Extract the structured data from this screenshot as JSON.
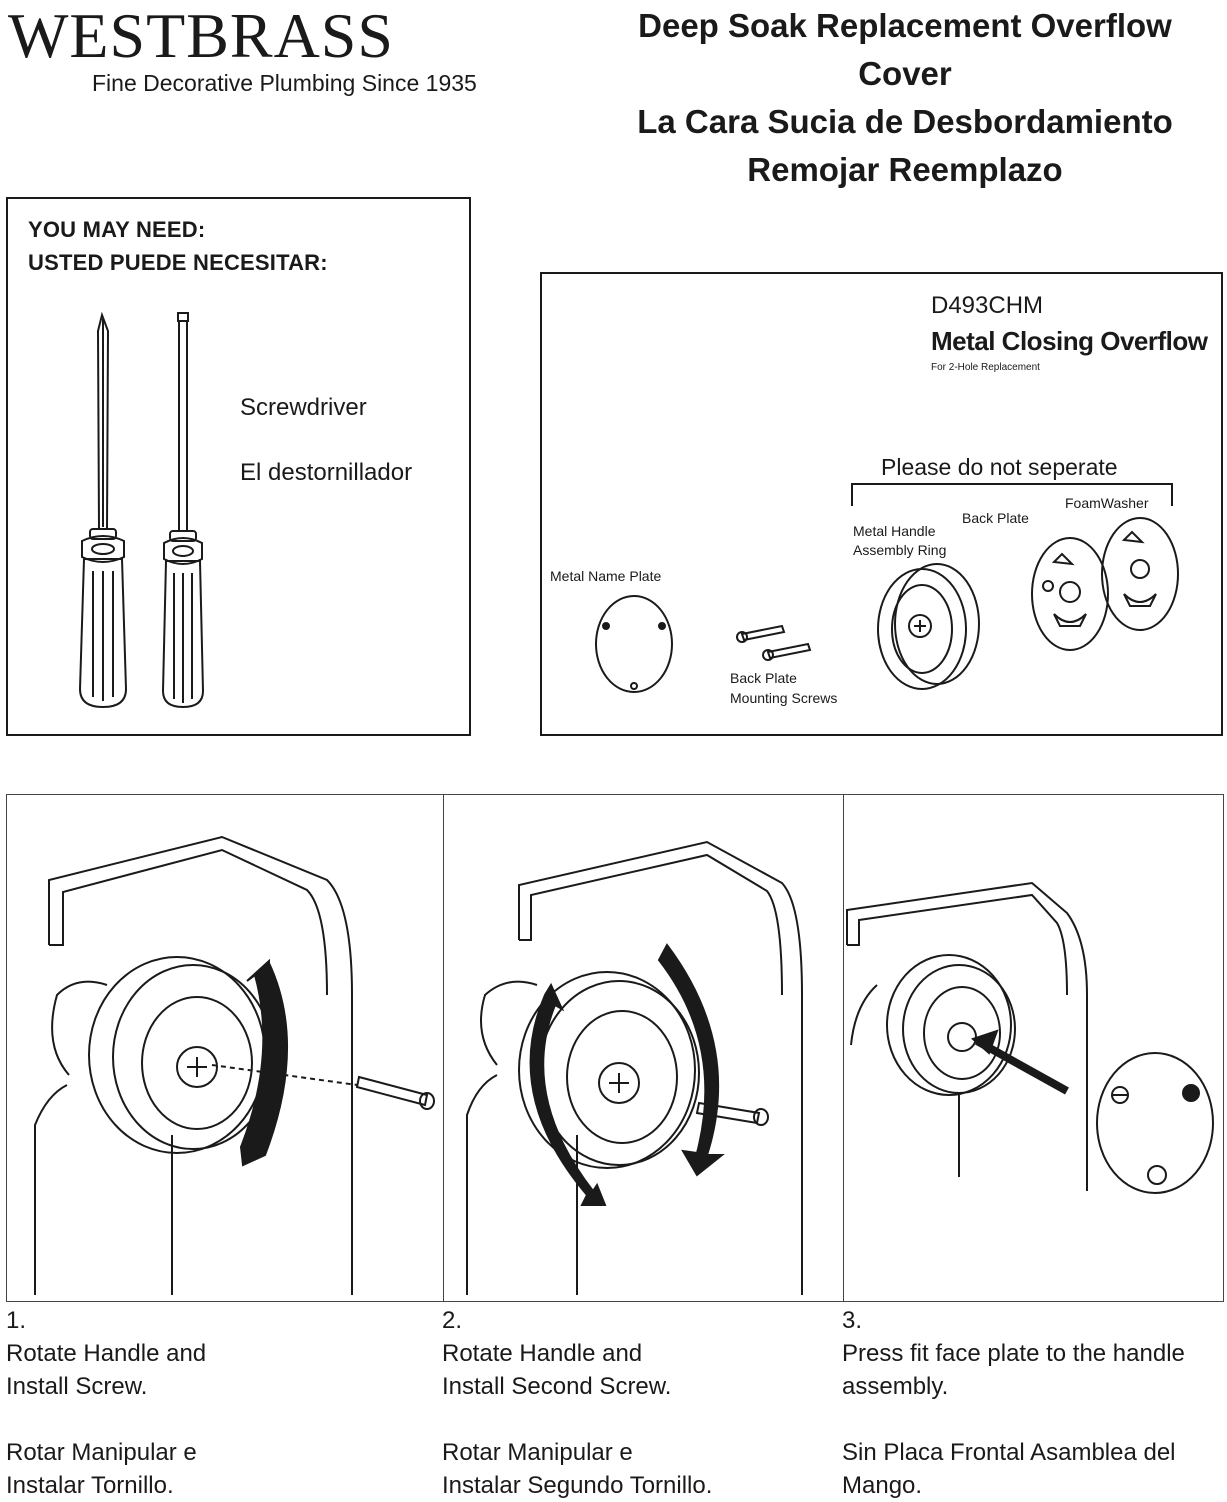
{
  "brand": {
    "name": "WESTBRASS",
    "tagline": "Fine Decorative Plumbing Since 1935"
  },
  "title": {
    "line1": "Deep Soak Replacement Overflow",
    "line2": "Cover",
    "line3": "La Cara Sucia de Desbordamiento",
    "line4": "Remojar Reemplazo"
  },
  "needs": {
    "heading_en": "YOU MAY NEED:",
    "heading_es": "USTED PUEDE NECESITAR:",
    "tool_en": "Screwdriver",
    "tool_es": "El destornillador"
  },
  "product": {
    "model": "D493CHM",
    "name": "Metal Closing Overflow",
    "subtitle": "For 2-Hole Replacement",
    "bracket_note": "Please do not seperate",
    "parts": {
      "foam_washer": "FoamWasher",
      "back_plate": "Back Plate",
      "handle_ring_1": "Metal Handle",
      "handle_ring_2": "Assembly Ring",
      "name_plate": "Metal Name Plate",
      "screws_1": "Back Plate",
      "screws_2": "Mounting Screws"
    }
  },
  "steps": [
    {
      "num": "1.",
      "en1": "Rotate Handle and",
      "en2": "Install Screw.",
      "es1": "Rotar Manipular e",
      "es2": "Instalar Tornillo."
    },
    {
      "num": "2.",
      "en1": "Rotate Handle and",
      "en2": "Install Second Screw.",
      "es1": "Rotar Manipular e",
      "es2": "Instalar Segundo Tornillo."
    },
    {
      "num": "3.",
      "en1": "Press fit face plate to the handle",
      "en2": "assembly.",
      "es1": "Sin Placa Frontal Asamblea del",
      "es2": "Mango."
    }
  ],
  "colors": {
    "ink": "#1a1a1a",
    "paper": "#ffffff"
  }
}
